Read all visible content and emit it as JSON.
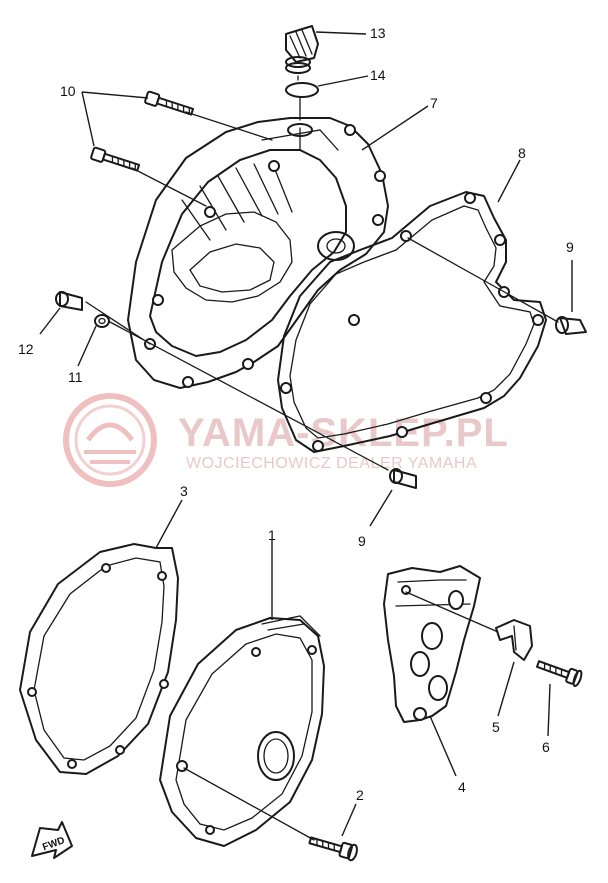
{
  "watermark": {
    "title": "YAMA-SKLEP.PL",
    "subtitle": "WOJCIECHOWICZ DEALER YAMAHA",
    "color": "#e8c8c8"
  },
  "callouts": {
    "c1": "1",
    "c2": "2",
    "c3": "3",
    "c4": "4",
    "c5": "5",
    "c6": "6",
    "c7": "7",
    "c8": "8",
    "c9a": "9",
    "c9b": "9",
    "c10": "10",
    "c11": "11",
    "c12": "12",
    "c13": "13",
    "c14": "14"
  },
  "fwd_label": "FWD",
  "line_color": "#1a1a1a"
}
